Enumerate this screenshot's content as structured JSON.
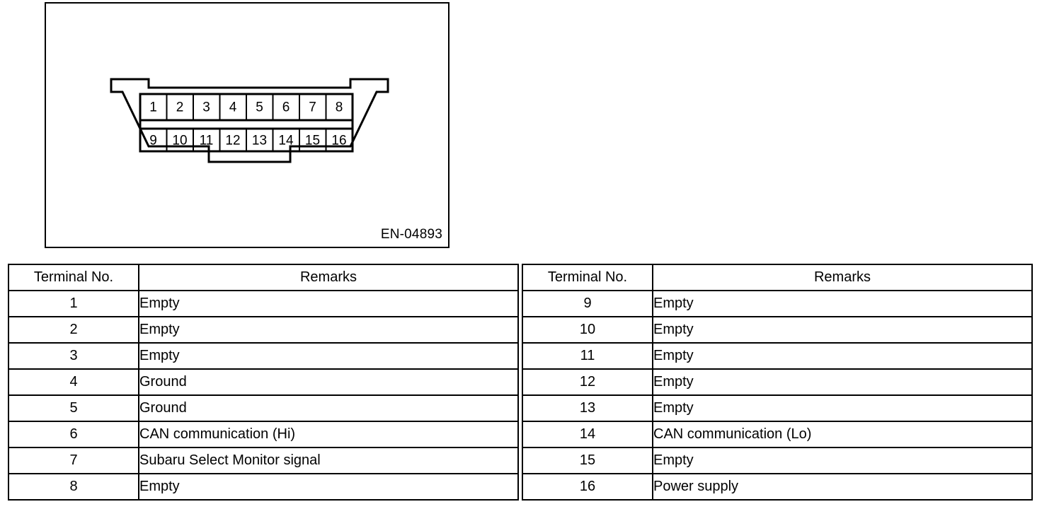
{
  "figure": {
    "code": "EN-04893",
    "connector": {
      "name": "obd-ii-data-link-connector",
      "top_row_pins": [
        "1",
        "2",
        "3",
        "4",
        "5",
        "6",
        "7",
        "8"
      ],
      "bottom_row_pins": [
        "9",
        "10",
        "11",
        "12",
        "13",
        "14",
        "15",
        "16"
      ]
    }
  },
  "table": {
    "headers": {
      "terminal": "Terminal No.",
      "remarks": "Remarks"
    },
    "left_rows": [
      {
        "terminal": "1",
        "remarks": "Empty"
      },
      {
        "terminal": "2",
        "remarks": "Empty"
      },
      {
        "terminal": "3",
        "remarks": "Empty"
      },
      {
        "terminal": "4",
        "remarks": "Ground"
      },
      {
        "terminal": "5",
        "remarks": "Ground"
      },
      {
        "terminal": "6",
        "remarks": "CAN communication (Hi)"
      },
      {
        "terminal": "7",
        "remarks": "Subaru Select Monitor signal"
      },
      {
        "terminal": "8",
        "remarks": "Empty"
      }
    ],
    "right_rows": [
      {
        "terminal": "9",
        "remarks": "Empty"
      },
      {
        "terminal": "10",
        "remarks": "Empty"
      },
      {
        "terminal": "11",
        "remarks": "Empty"
      },
      {
        "terminal": "12",
        "remarks": "Empty"
      },
      {
        "terminal": "13",
        "remarks": "Empty"
      },
      {
        "terminal": "14",
        "remarks": "CAN communication (Lo)"
      },
      {
        "terminal": "15",
        "remarks": "Empty"
      },
      {
        "terminal": "16",
        "remarks": "Power supply"
      }
    ]
  },
  "colors": {
    "line": "#000000",
    "background": "#ffffff"
  }
}
